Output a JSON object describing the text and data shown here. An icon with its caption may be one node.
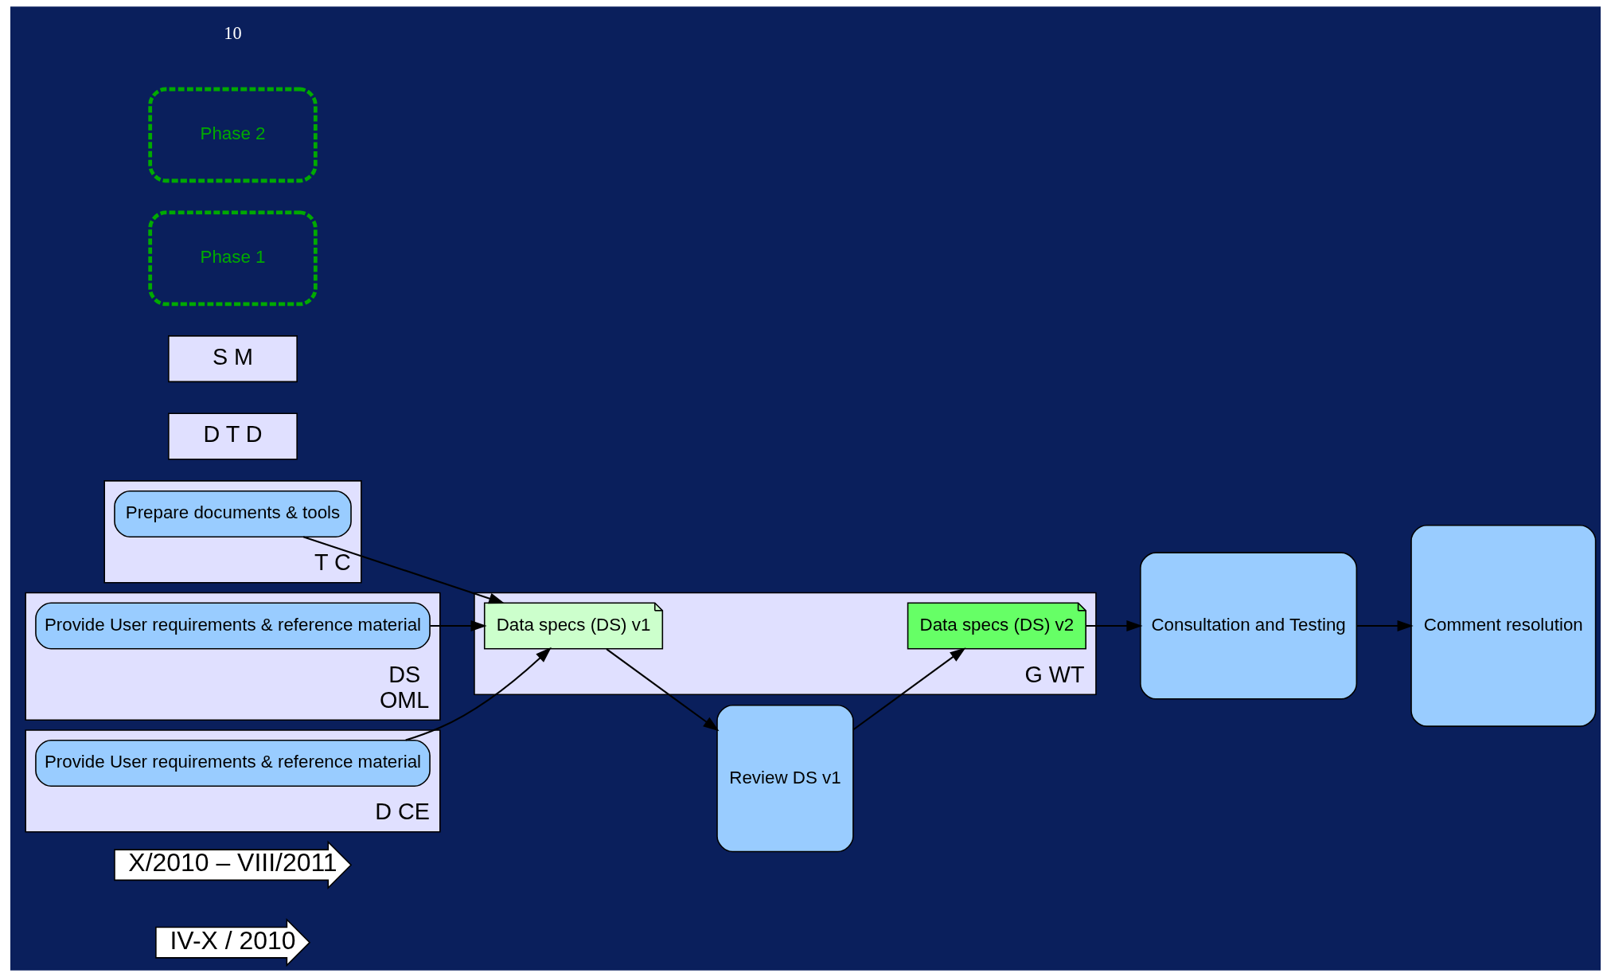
{
  "diagram": {
    "nodes": [
      {
        "text": [
          "IV-X / 2010"
        ]
      },
      {
        "text": [
          "X/2010 – VIII/2011"
        ]
      },
      {
        "text": [
          "G WT"
        ]
      },
      {
        "text": [
          "Data specs (DS) v1"
        ],
        "in": 2
      },
      {
        "text": [
          "Data specs (DS) v2"
        ],
        "in": 2
      },
      {
        "text": [
          "Comment resolution"
        ]
      },
      {
        "text": [
          "D T D"
        ]
      },
      {
        "text": [
          "Review DS v1"
        ]
      },
      {
        "text": [
          "T C"
        ]
      },
      {
        "text": [
          "Prepare documents & tools"
        ],
        "in": 8
      },
      {
        "text": [
          "DS",
          "OML"
        ]
      },
      {
        "text": [
          "Provide User requirements & reference material"
        ],
        "in": 10
      },
      {
        "text": [
          "Consultation and Testing"
        ]
      },
      {
        "text": [
          "S M"
        ]
      },
      {
        "text": [
          "D CE"
        ]
      },
      {
        "text": [
          "Provide User requirements & reference material"
        ],
        "in": 14
      },
      {
        "text": [
          "Phase 1"
        ]
      },
      {
        "text": [
          "Phase 2"
        ]
      }
    ],
    "edges": [
      {
        "from": 9,
        "to": 3,
        "arrow": "to"
      },
      {
        "from": 11,
        "to": 3,
        "arrow": "to"
      },
      {
        "from": 15,
        "to": 3,
        "arrow": "to"
      },
      {
        "from": 3,
        "to": 7,
        "arrow": "to"
      },
      {
        "from": 7,
        "to": 4,
        "arrow": "to"
      },
      {
        "from": 4,
        "to": 12,
        "arrow": "to"
      },
      {
        "from": 12,
        "to": 5,
        "arrow": "to"
      }
    ],
    "labels": [
      "10"
    ]
  }
}
